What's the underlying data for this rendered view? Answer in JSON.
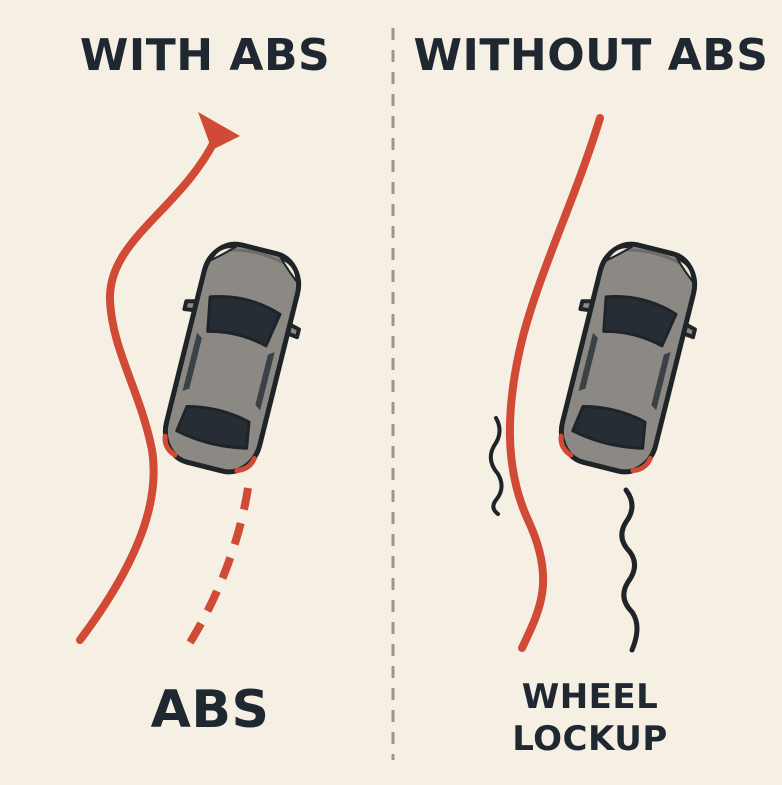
{
  "left_panel": {
    "title": "WITH ABS",
    "caption": "ABS"
  },
  "right_panel": {
    "title": "WITHOUT ABS",
    "caption_line1": "WHEEL",
    "caption_line2": "LOCKUP"
  },
  "colors": {
    "background": "#f6efe4",
    "path_red": "#d04a35",
    "car_body": "#8c8984",
    "car_outline": "#1e2428",
    "skid_marks": "#1e2428",
    "divider": "#9a958d",
    "text": "#1f2730"
  },
  "icons": {
    "car": "sedan-top-view-icon",
    "arrow": "arrow-head-icon"
  }
}
